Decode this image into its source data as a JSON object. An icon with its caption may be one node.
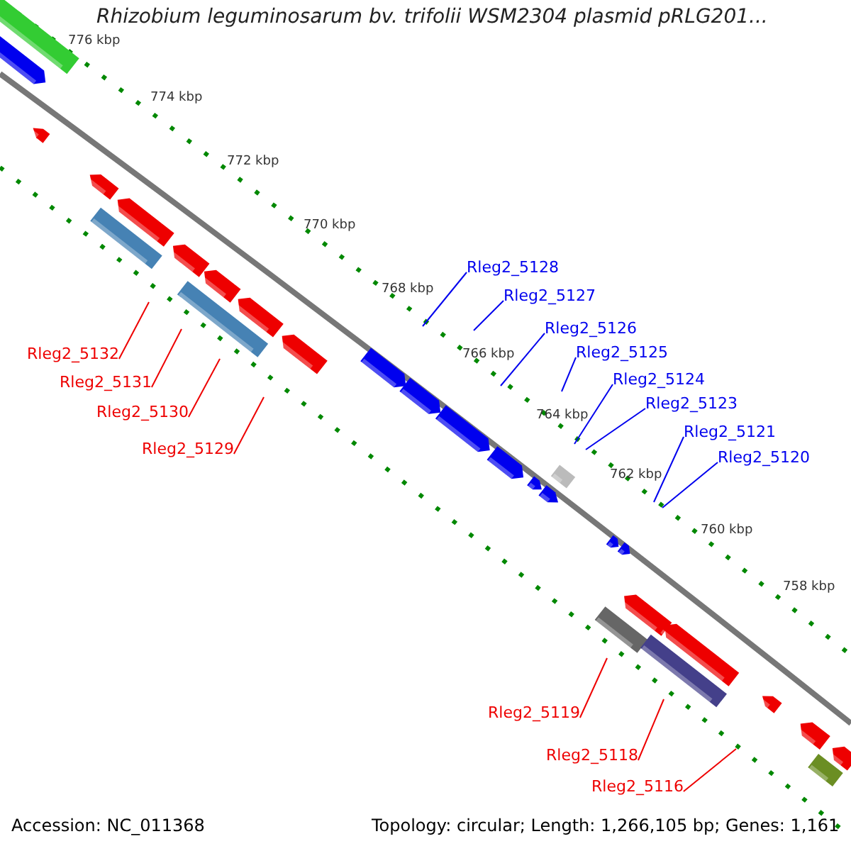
{
  "diagram": {
    "title": "Rhizobium leguminosarum bv. trifolii WSM2304 plasmid pRLG201...",
    "nodes": [
      {
        "text": [
          "Rleg2_5128"
        ]
      },
      {
        "text": [
          "Rleg2_5127"
        ]
      },
      {
        "text": [
          "Rleg2_5126"
        ]
      },
      {
        "text": [
          "Rleg2_5125"
        ]
      },
      {
        "text": [
          "Rleg2_5124"
        ]
      },
      {
        "text": [
          "Rleg2_5123"
        ]
      },
      {
        "text": [
          "Rleg2_5121"
        ]
      },
      {
        "text": [
          "Rleg2_5120"
        ]
      },
      {
        "text": [
          "Rleg2_5132"
        ]
      },
      {
        "text": [
          "Rleg2_5131"
        ]
      },
      {
        "text": [
          "Rleg2_5130"
        ]
      },
      {
        "text": [
          "Rleg2_5129"
        ]
      },
      {
        "text": [
          "Rleg2_5119"
        ]
      },
      {
        "text": [
          "Rleg2_5118"
        ]
      },
      {
        "text": [
          "Rleg2_5116"
        ]
      }
    ],
    "edges": [
      {
        "from": 0,
        "to": null,
        "arrow": "none"
      },
      {
        "from": 1,
        "to": null,
        "arrow": "none"
      },
      {
        "from": 2,
        "to": null,
        "arrow": "none"
      },
      {
        "from": 3,
        "to": null,
        "arrow": "none"
      },
      {
        "from": 4,
        "to": null,
        "arrow": "none"
      },
      {
        "from": 5,
        "to": null,
        "arrow": "none"
      },
      {
        "from": 6,
        "to": null,
        "arrow": "none"
      },
      {
        "from": 7,
        "to": null,
        "arrow": "none"
      },
      {
        "from": 8,
        "to": null,
        "arrow": "none",
        "color": "#ee0000"
      },
      {
        "from": 9,
        "to": null,
        "arrow": "none",
        "color": "#ee0000"
      },
      {
        "from": 10,
        "to": null,
        "arrow": "none",
        "color": "#ee0000"
      },
      {
        "from": 11,
        "to": null,
        "arrow": "none",
        "color": "#ee0000"
      },
      {
        "from": 12,
        "to": null,
        "arrow": "none",
        "color": "#ee0000"
      },
      {
        "from": 13,
        "to": null,
        "arrow": "none",
        "color": "#ee0000"
      },
      {
        "from": 14,
        "to": null,
        "arrow": "none",
        "color": "#ee0000"
      }
    ],
    "labels": [
      "776 kbp",
      "774 kbp",
      "772 kbp",
      "770 kbp",
      "768 kbp",
      "766 kbp",
      "764 kbp",
      "762 kbp",
      "760 kbp",
      "758 kbp",
      "Accession: NC_011368",
      "Topology: circular; Length: 1,266,105 bp; Genes: 1,161"
    ]
  }
}
